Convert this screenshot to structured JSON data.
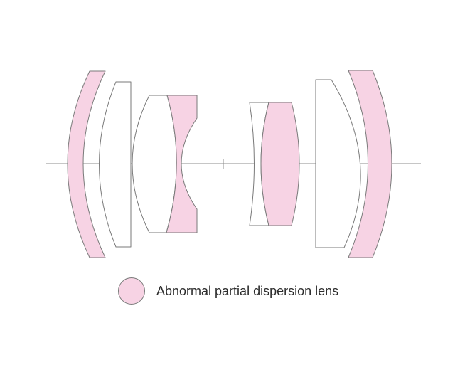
{
  "diagram": {
    "colors": {
      "highlight_fill": "#f7d3e4",
      "plain_fill": "#ffffff",
      "stroke": "#7a7a7a",
      "axis": "#8c8c8c"
    },
    "elements": [
      {
        "id": "lens-1",
        "special": true
      },
      {
        "id": "lens-2",
        "special": false
      },
      {
        "id": "lens-3",
        "special": false
      },
      {
        "id": "lens-4",
        "special": true
      },
      {
        "id": "lens-5",
        "special": false
      },
      {
        "id": "lens-6",
        "special": true
      },
      {
        "id": "lens-7",
        "special": false
      },
      {
        "id": "lens-8",
        "special": true
      }
    ]
  },
  "legend": {
    "label": "Abnormal partial dispersion lens"
  }
}
